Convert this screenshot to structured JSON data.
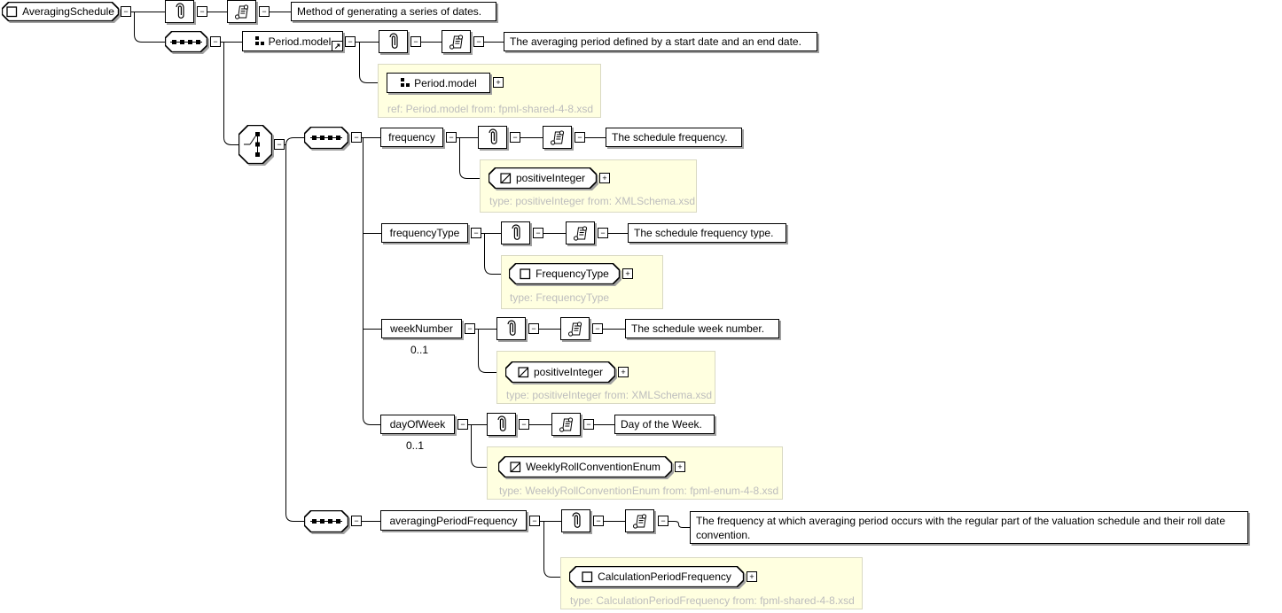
{
  "icons": {
    "collapse": "−",
    "expand": "+",
    "link_arrow": "↗"
  },
  "colors": {
    "note_bg": "#ffffe0",
    "note_border": "#d9d9c3",
    "shadow": "#a0a0a0",
    "note_text": "#bdbdbd",
    "line": "#000000"
  },
  "root": {
    "label": "AveragingSchedule",
    "doc": "Method of generating a series of dates."
  },
  "period_model": {
    "label": "Period.model",
    "doc": "The averaging period defined by a start date and an end date.",
    "ref_label": "Period.model",
    "ref_note": "ref: Period.model from: fpml-shared-4-8.xsd"
  },
  "frequency": {
    "label": "frequency",
    "doc": "The schedule frequency.",
    "type_label": "positiveInteger",
    "type_note": "type: positiveInteger from: XMLSchema.xsd"
  },
  "frequency_type": {
    "label": "frequencyType",
    "doc": "The schedule frequency type.",
    "type_label": "FrequencyType",
    "type_note": "type: FrequencyType"
  },
  "week_number": {
    "label": "weekNumber",
    "occurs": "0..1",
    "doc": "The schedule week number.",
    "type_label": "positiveInteger",
    "type_note": "type: positiveInteger from: XMLSchema.xsd"
  },
  "day_of_week": {
    "label": "dayOfWeek",
    "occurs": "0..1",
    "doc": "Day of the Week.",
    "type_label": "WeeklyRollConventionEnum",
    "type_note": "type: WeeklyRollConventionEnum from: fpml-enum-4-8.xsd"
  },
  "averaging_period_frequency": {
    "label": "averagingPeriodFrequency",
    "doc": "The frequency at which averaging period occurs with the regular part of the valuation schedule and their roll date convention.",
    "type_label": "CalculationPeriodFrequency",
    "type_note": "type: CalculationPeriodFrequency from: fpml-shared-4-8.xsd"
  }
}
